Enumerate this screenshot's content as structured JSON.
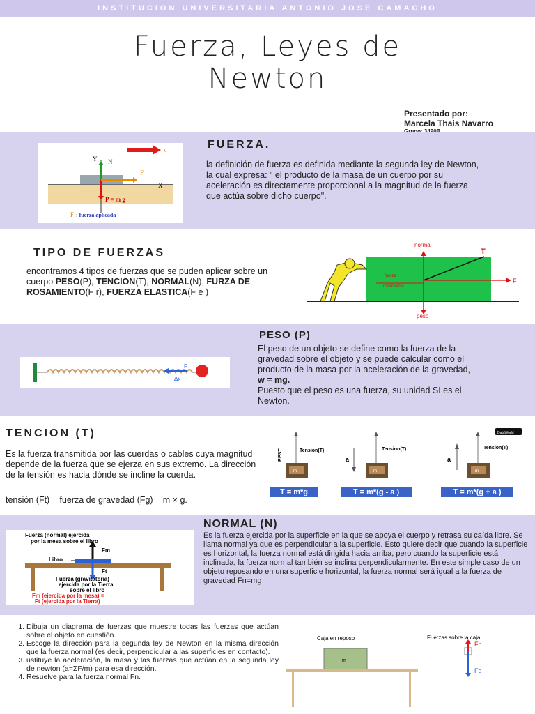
{
  "header": {
    "institution": "INSTITUCION UNIVERSITARIA ANTONIO JOSE CAMACHO"
  },
  "title": {
    "line1": "Fuerza, Leyes de",
    "line2": "Newton"
  },
  "presenter": {
    "label": "Presentado por:",
    "name": "Marcela Thais Navarro",
    "group": "Grupo: 3490B"
  },
  "fuerza": {
    "heading": "FUERZA.",
    "body": "la definición de fuerza es definida mediante la segunda ley de Newton, la cual expresa: \" el producto de la masa de un cuerpo por su aceleración es directamente proporcional a la magnitud de la fuerza que actúa sobre dicho cuerpo\".",
    "fig": {
      "n": "N",
      "f": "F",
      "v": "v",
      "pm": "P = m g",
      "x": "X",
      "y": "Y",
      "caption": ": fuerza aplicada",
      "capF": "F"
    }
  },
  "tipos": {
    "heading": "TIPO DE FUERZAS",
    "intro": "encontramos 4 tipos de fuerzas que se puden aplicar sobre un cuerpo ",
    "peso": "PESO",
    "peso_s": "(P), ",
    "tension": "TENCION",
    "tension_s": "(T),",
    "normal": "NORMAL",
    "normal_s": "(N), ",
    "roz": "FURZA DE ROSAMIENTO",
    "roz_s": "(F r),",
    "elast": "FUERZA ELASTICA",
    "elast_s": "(F e )",
    "fig": {
      "normal": "normal",
      "t": "T",
      "f": "F",
      "peso": "peso",
      "fr1": "fuerza",
      "fr2": "rozamiento"
    }
  },
  "peso": {
    "heading": "PESO (P)",
    "body": "El peso de un objeto se define como la fuerza de la gravedad sobre el objeto y se puede calcular como el producto de la masa por la aceleración de la gravedad,",
    "formula": "w = mg.",
    "body2": "Puesto que el peso es una fuerza, su unidad SI es el Newton.",
    "fig": {
      "f": "F",
      "dx": "Δx"
    }
  },
  "tencion": {
    "heading": "TENCION (T)",
    "body": "Es la fuerza transmitida por las cuerdas o cables cuya magnitud depende de la fuerza que se ejerza en sus extremo. La dirección de la tensión es hacia dónde se incline la cuerda.",
    "formula_text": "tensión (Ft) = fuerza de gravedad (Fg) = m × g.",
    "fig": {
      "tension": "Tension(T)",
      "rest": "REST",
      "a": "a",
      "m": "m",
      "f1": "T = m*g",
      "f2": "T = m*(g - a )",
      "f3": "T = m*(g + a )",
      "badge": "DataWorld"
    }
  },
  "normal": {
    "heading": "NORMAL (N)",
    "body": "Es la fuerza ejercida por la superficie en la que se apoya el cuerpo y retrasa su caída libre. Se llama normal ya que es perpendicular a la superficie. Esto quiere decir que cuando la superficie es horizontal, la fuerza normal está dirigida hacia arriba, pero cuando la superficie está inclinada, la fuerza normal también se inclina perpendicularmente. En este simple caso de un objeto reposando en una superficie horizontal, la fuerza normal será igual a la fuerza de gravedad  Fn=mg",
    "fig": {
      "top1": "Fuerza (normal) ejercida",
      "top2": "por la mesa sobre el libro",
      "fm": "Fm",
      "libro": "Libro",
      "ft": "Ft",
      "bot1": "Fuerza (gravitatoria)",
      "bot2": "ejercida por la Tierra",
      "bot3": "sobre el libro",
      "red1": "Fm (ejercida por la mesa) =",
      "red2": "Ft (ejercida por la Tierra)"
    }
  },
  "steps": {
    "items": [
      "Dibuja un diagrama de fuerzas que muestre todas las fuerzas que actúan sobre el objeto en cuestión.",
      "Escoge la dirección para la segunda ley de Newton en la misma dirección que la fuerza normal (es decir, perpendicular a las superficies en contacto).",
      "ustituye la aceleración, la masa y las fuerzas que actúan en la segunda ley de newton (a=ΣF/m) para esa dirección.",
      "Resuelve para la fuerza normal Fn."
    ],
    "fig": {
      "caja": "Caja en reposo",
      "m": "m",
      "fuerzas": "Fuerzas sobre la caja",
      "fn": "Fn",
      "fg": "Fg"
    }
  }
}
